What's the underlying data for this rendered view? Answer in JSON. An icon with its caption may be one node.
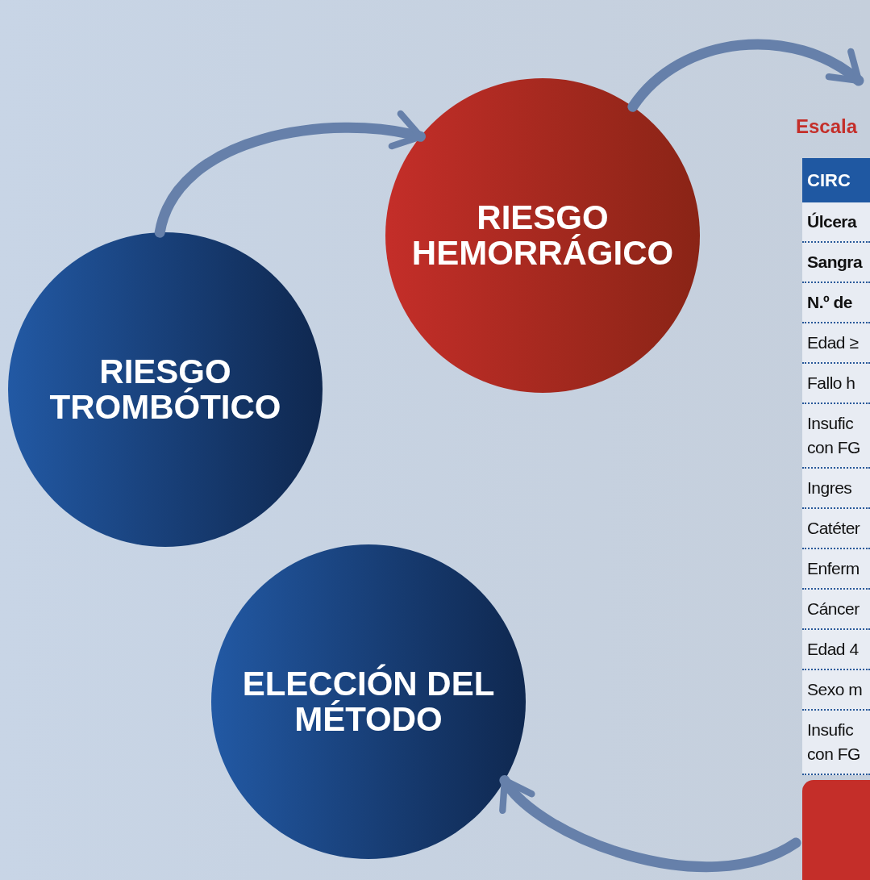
{
  "diagram": {
    "nodes": [
      {
        "text": [
          "RIESGO TROMBÓTICO"
        ]
      },
      {
        "text": [
          "RIESGO HEMORRÁGICO"
        ]
      },
      {
        "text": [
          "Escala"
        ]
      },
      {
        "text": [
          "ELECCIÓN DEL MÉTODO"
        ]
      }
    ],
    "edges": [
      {
        "from": 0,
        "to": 1,
        "arrow": "to"
      },
      {
        "from": 1,
        "to": 2,
        "arrow": "to"
      },
      {
        "from": 2,
        "to": 3,
        "arrow": "to"
      }
    ],
    "labels": [
      "CIRC",
      "Úlcera",
      "Sangra",
      "N.º de",
      "Edad ≥",
      "Fallo h",
      "Insufic con FG",
      "Ingres",
      "Catéter",
      "Enferm",
      "Cáncer",
      "Edad 4",
      "Sexo m",
      "Insufic con FG"
    ]
  }
}
